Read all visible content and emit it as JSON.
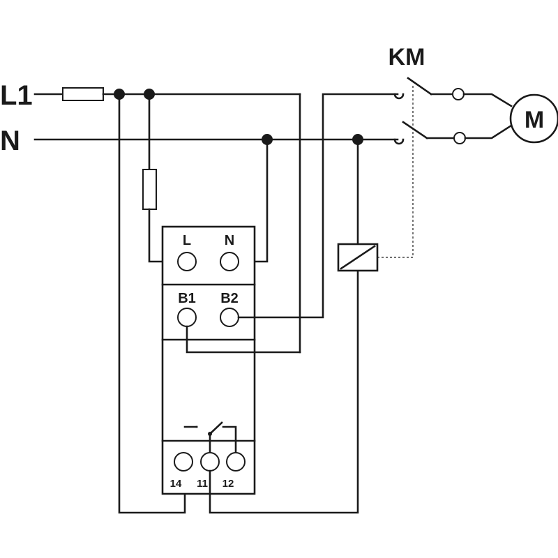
{
  "lines": {
    "l1": "L1",
    "n": "N"
  },
  "contactor": {
    "label": "KM"
  },
  "motor": {
    "label": "M"
  },
  "relay": {
    "terminals_top": [
      "L",
      "N"
    ],
    "terminals_mid": [
      "B1",
      "B2"
    ],
    "terminals_out": [
      "14",
      "11",
      "12"
    ]
  }
}
